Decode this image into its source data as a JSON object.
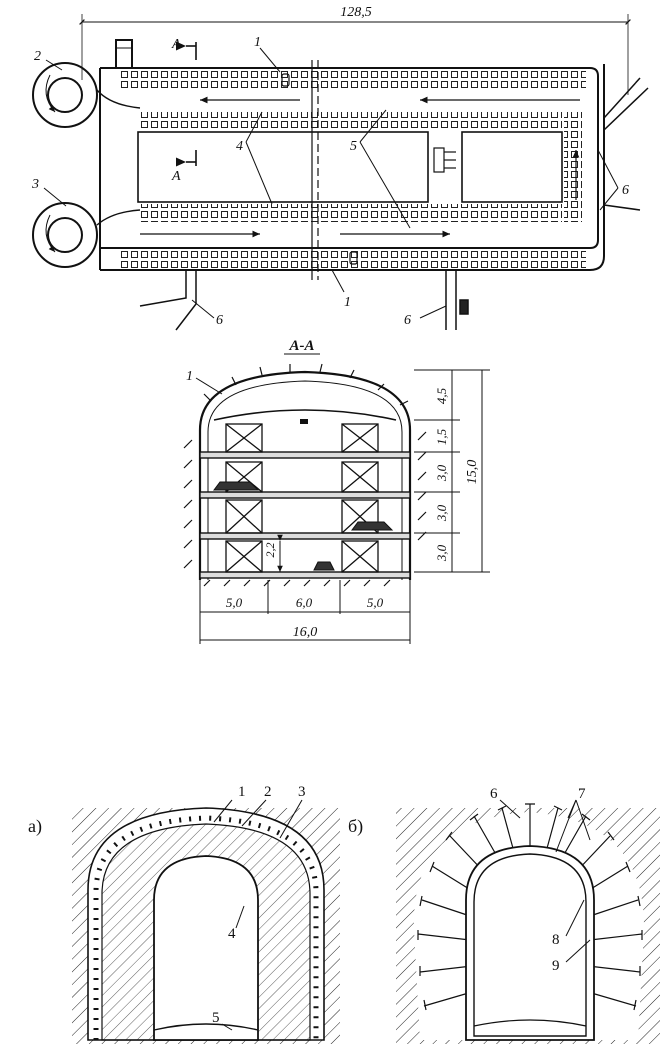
{
  "plan": {
    "overall_length": "128,5",
    "section_marker": "A",
    "callouts": {
      "c1_top": "1",
      "c2": "2",
      "c3": "3",
      "c4": "4",
      "c5": "5",
      "c6_right": "6",
      "c6_bottom_left": "6",
      "c1_bottom": "1",
      "c6_bottom_right": "6"
    }
  },
  "section": {
    "title": "A-A",
    "callout_1": "1",
    "heights": [
      "4,5",
      "1,5",
      "3,0",
      "3,0",
      "3,0"
    ],
    "total_height": "15,0",
    "clearance": "2,2",
    "widths": [
      "5,0",
      "6,0",
      "5,0"
    ],
    "total_width": "16,0"
  },
  "lining": {
    "panel_a": {
      "label": "а)",
      "callouts": [
        "1",
        "2",
        "3",
        "4",
        "5"
      ]
    },
    "panel_b": {
      "label": "б)",
      "callouts": [
        "6",
        "7",
        "8",
        "9"
      ]
    }
  }
}
